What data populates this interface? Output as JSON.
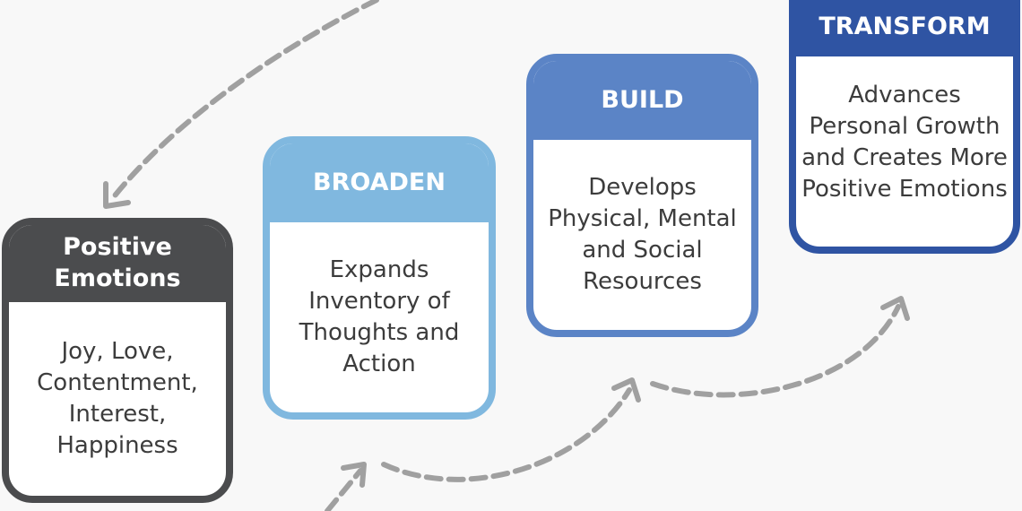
{
  "steps": [
    {
      "title": "Positive Emotions",
      "text": "Joy, Love, Contentment, Interest, Happiness",
      "color": "#4b4c4e"
    },
    {
      "title": "BROADEN",
      "text": "Expands Inventory of Thoughts and Action",
      "color": "#80b8df"
    },
    {
      "title": "BUILD",
      "text": "Develops Physical, Mental and Social Resources",
      "color": "#5b84c6"
    },
    {
      "title": "TRANSFORM",
      "text": "Advances Personal Growth and Creates More Positive Emotions",
      "color": "#2f54a3"
    }
  ],
  "arrow_color": "#a0a0a0"
}
